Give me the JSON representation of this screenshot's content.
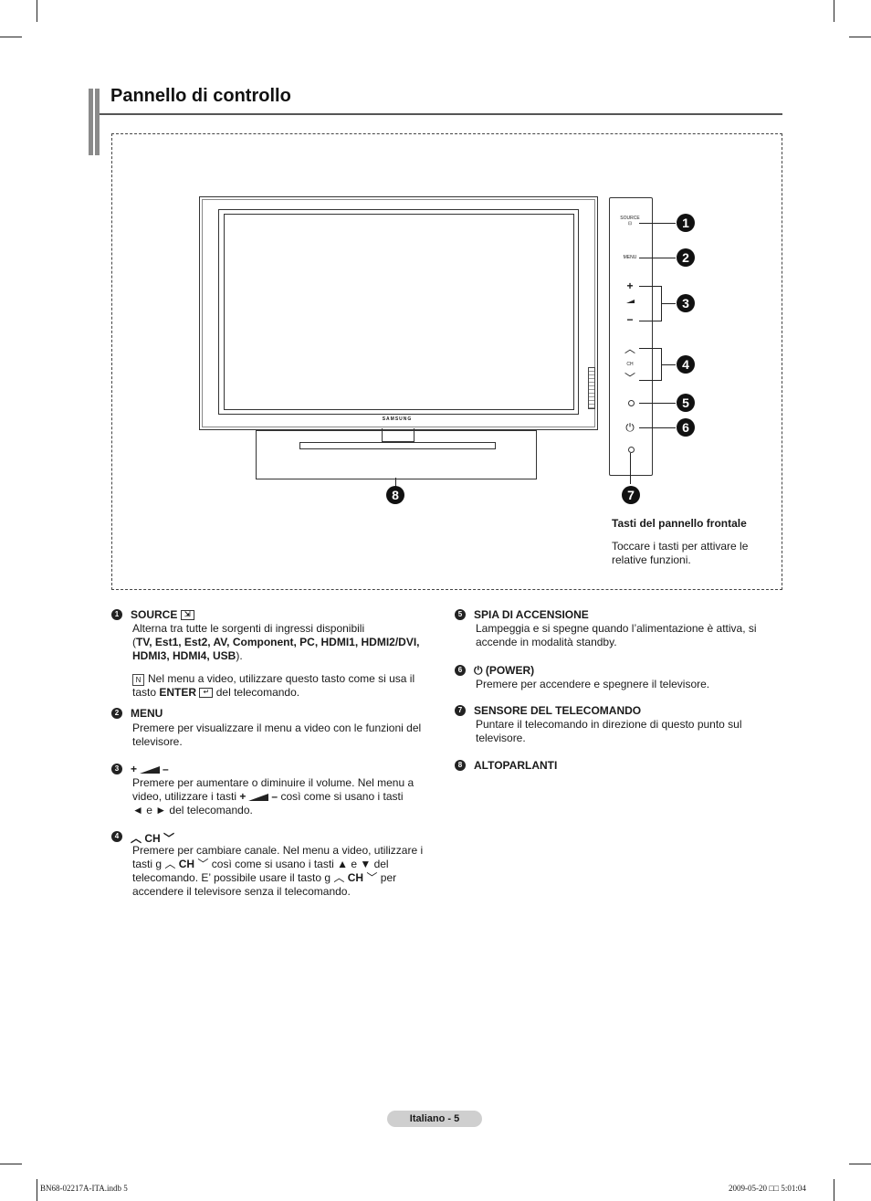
{
  "header": {
    "title": "Pannello di controllo"
  },
  "tv": {
    "logo": "SAMSUNG"
  },
  "panel": {
    "source_label": "SOURCE",
    "menu_label": "MENU",
    "ch_label": "CH",
    "plus": "+",
    "minus": "−",
    "up_chevron": "︿",
    "down_chevron": "﹀",
    "power_symbol": "⏻"
  },
  "callouts": [
    "1",
    "2",
    "3",
    "4",
    "5",
    "6",
    "7",
    "8"
  ],
  "figure_note": {
    "title": "Tasti del pannello frontale",
    "body": "Toccare i tasti per attivare le relative funzioni."
  },
  "sections": {
    "s1": {
      "num": "1",
      "title": "SOURCE",
      "line1": "Alterna tra tutte le sorgenti di ingressi disponibili",
      "sources_open": "(",
      "sources": "TV, Est1, Est2, AV, Component, PC, HDMI1, HDMI2/DVI, HDMI3, HDMI4, USB",
      "sources_close": ").",
      "note_part1": "Nel menu a video, utilizzare questo tasto come si usa il tasto",
      "note_enter": "ENTER",
      "note_part2": "del telecomando."
    },
    "s2": {
      "num": "2",
      "title": "MENU",
      "body": "Premere per visualizzare il menu a video con le funzioni del televisore."
    },
    "s3": {
      "num": "3",
      "title_plus": "+",
      "title_minus": "–",
      "body_part1": "Premere per aumentare o diminuire il volume. Nel menu a video, utilizzare i tasti",
      "body_plus": "+",
      "body_minus": "–",
      "body_part2": "così come si usano i tasti",
      "body_part3": "◄ e ► del telecomando."
    },
    "s4": {
      "num": "4",
      "title": "CH",
      "body_part1": "Premere per cambiare canale. Nel menu a video, utilizzare i tasti g",
      "body_ch": "CH",
      "body_part2": "così come si usano i tasti ▲ e ▼ del telecomando. E’ possibile usare il tasto g",
      "body_ch2": "CH",
      "body_part3": "per accendere il televisore senza il telecomando."
    },
    "s5": {
      "num": "5",
      "title": "SPIA DI ACCENSIONE",
      "body": "Lampeggia e si spegne quando l’alimentazione è attiva, si accende in modalità standby."
    },
    "s6": {
      "num": "6",
      "title": "(POWER)",
      "body": "Premere per accendere e spegnere il televisore."
    },
    "s7": {
      "num": "7",
      "title": "SENSORE DEL TELECOMANDO",
      "body": "Puntare il telecomando in direzione di questo punto sul televisore."
    },
    "s8": {
      "num": "8",
      "title": "ALTOPARLANTI"
    }
  },
  "footer": {
    "page": "Italiano - 5",
    "file": "BN68-02217A-ITA.indb   5",
    "date": "2009-05-20   □□ 5:01:04"
  }
}
